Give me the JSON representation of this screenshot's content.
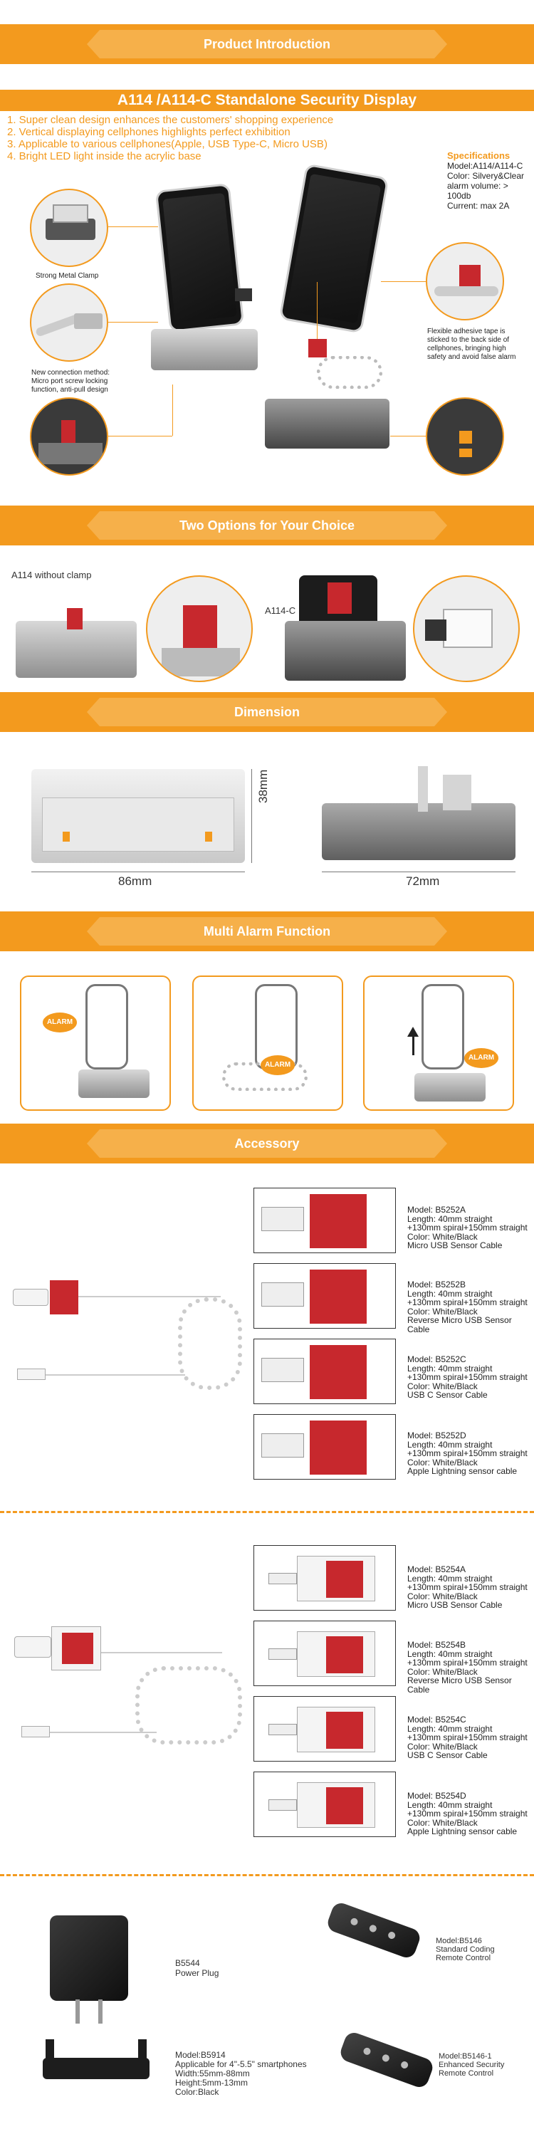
{
  "banners": {
    "product_intro": "Product Introduction",
    "two_options": "Two Options for Your Choice",
    "dimension": "Dimension",
    "multi_alarm": "Multi Alarm Function",
    "accessory": "Accessory"
  },
  "product": {
    "title": "A114 /A114-C Standalone Security Display",
    "features": [
      "1. Super clean design enhances the customers' shopping experience",
      "2. Vertical displaying cellphones highlights perfect exhibition",
      "3. Applicable to various cellphones(Apple, USB Type-C, Micro USB)",
      "4. Bright LED light inside the acrylic base"
    ],
    "specifications": {
      "heading": "Specifications",
      "model": "Model:A114/A114-C",
      "color": "Color: Silvery&Clear",
      "alarm_volume": "alarm volume: > 100db",
      "current": "Current:  max 2A"
    },
    "callouts": {
      "metal_clamp": "Strong Metal Clamp",
      "connection_method": "New connection method: Micro port screw locking function, anti-pull design",
      "adhesive_tape": "Flexible adhesive tape is sticked to the back side of cellphones, bringing high safety and avoid false alarm"
    }
  },
  "options": {
    "a114_label": "A114 without clamp",
    "a114c_label": "A114-C"
  },
  "dimension": {
    "width_label": "86mm",
    "height_label": "38mm",
    "depth_label": "72mm"
  },
  "alarm": {
    "badge": "ALARM"
  },
  "accessory": {
    "b5252": [
      {
        "model": "Model:  B5252A",
        "length": "Length:  40mm straight",
        "spiral": "+130mm spiral+150mm straight",
        "color": "Color: White/Black",
        "type": "Micro USB Sensor Cable"
      },
      {
        "model": "Model:  B5252B",
        "length": "Length:  40mm straight",
        "spiral": "+130mm spiral+150mm straight",
        "color": "Color: White/Black",
        "type": "Reverse Micro USB Sensor Cable"
      },
      {
        "model": "Model:  B5252C",
        "length": "Length:  40mm straight",
        "spiral": "+130mm spiral+150mm straight",
        "color": "Color: White/Black",
        "type": "USB C Sensor Cable"
      },
      {
        "model": "Model:  B5252D",
        "length": "Length:  40mm straight",
        "spiral": "+130mm spiral+150mm straight",
        "color": "Color: White/Black",
        "type": "Apple Lightning sensor cable"
      }
    ],
    "b5254": [
      {
        "model": "Model:  B5254A",
        "length": "Length:  40mm straight",
        "spiral": "+130mm spiral+150mm straight",
        "color": "Color: White/Black",
        "type": "Micro USB Sensor Cable"
      },
      {
        "model": "Model:  B5254B",
        "length": "Length:  40mm straight",
        "spiral": "+130mm spiral+150mm straight",
        "color": "Color: White/Black",
        "type": "Reverse Micro USB Sensor Cable"
      },
      {
        "model": "Model:  B5254C",
        "length": "Length:  40mm straight",
        "spiral": "+130mm spiral+150mm straight",
        "color": "Color: White/Black",
        "type": "USB C Sensor Cable"
      },
      {
        "model": "Model:  B5254D",
        "length": "Length:  40mm straight",
        "spiral": "+130mm spiral+150mm straight",
        "color": "Color: White/Black",
        "type": "Apple Lightning sensor cable"
      }
    ],
    "power_plug": {
      "model": "B5544",
      "name": "Power Plug"
    },
    "remote_standard": {
      "model": "Model:B5146",
      "line1": "Standard Coding",
      "line2": "Remote Control"
    },
    "holder": {
      "model": "Model:B5914",
      "line1": "Applicable for 4\"-5.5\" smartphones",
      "line2": "Width:55mm-88mm",
      "line3": "Height:5mm-13mm",
      "line4": "Color:Black"
    },
    "remote_enhanced": {
      "model": "Model:B5146-1",
      "line1": "Enhanced Security",
      "line2": "Remote Control"
    }
  },
  "colors": {
    "accent": "#f39a1e",
    "accent_light": "#f6b04a",
    "sensor_red": "#c7282d"
  }
}
